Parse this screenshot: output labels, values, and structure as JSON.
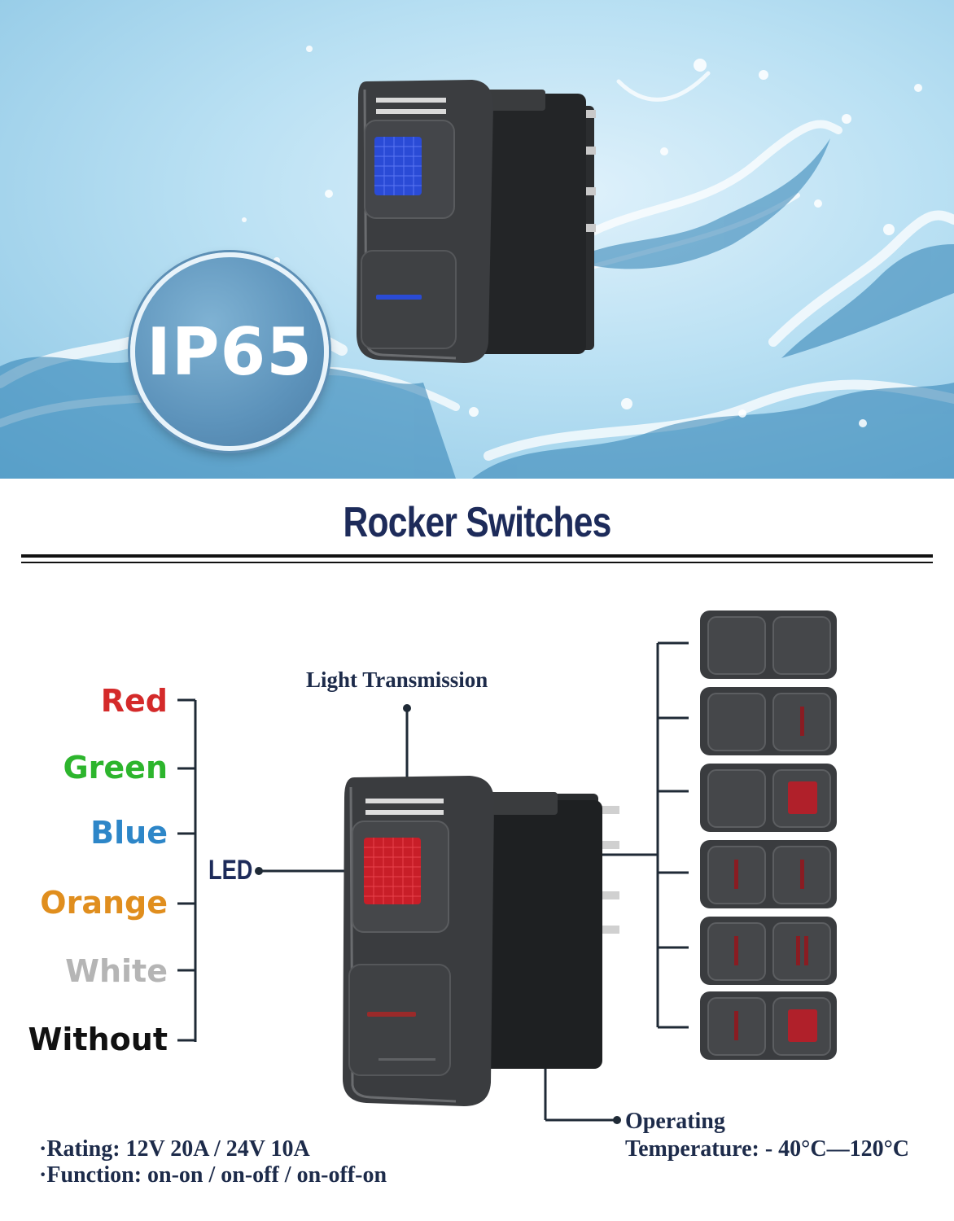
{
  "hero": {
    "badge": "IP65"
  },
  "section_title": "Rocker Switches",
  "colors": [
    {
      "label": "Red",
      "color": "#d42a2a"
    },
    {
      "label": "Green",
      "color": "#2db52d"
    },
    {
      "label": "Blue",
      "color": "#2d86c8"
    },
    {
      "label": "Orange",
      "color": "#e08e1e"
    },
    {
      "label": "White",
      "color": "#b5b5b5"
    },
    {
      "label": "Without",
      "color": "#111111"
    }
  ],
  "labels": {
    "light_transmission": "Light Transmission",
    "led": "LED",
    "operating": "Operating",
    "temperature": "Temperature",
    "temperature_range": ": - 40°C—120°C"
  },
  "specs": {
    "rating": "·Rating: 12V 20A / 24V 10A",
    "function": "·Function: on-on / on-off / on-off-on"
  },
  "accent": {
    "navy": "#1d2b5a",
    "led_red": "#c81e28",
    "led_blue": "#2a4bd6"
  }
}
